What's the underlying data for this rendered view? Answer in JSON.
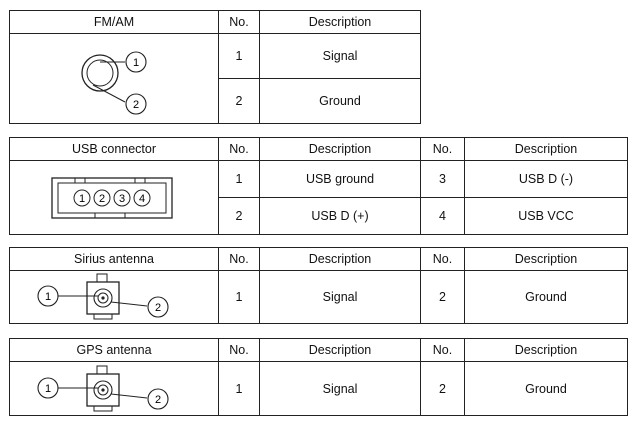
{
  "fm_am": {
    "header": "FM/AM",
    "no_header": "No.",
    "desc_header": "Description",
    "callouts": [
      "1",
      "2"
    ],
    "rows": [
      {
        "no": "1",
        "desc": "Signal"
      },
      {
        "no": "2",
        "desc": "Ground"
      }
    ]
  },
  "usb": {
    "header": "USB connector",
    "no_header": "No.",
    "desc_header": "Description",
    "no_header2": "No.",
    "desc_header2": "Description",
    "pins": [
      "1",
      "2",
      "3",
      "4"
    ],
    "rows": [
      {
        "no": "1",
        "desc": "USB ground",
        "no2": "3",
        "desc2": "USB D (-)"
      },
      {
        "no": "2",
        "desc": "USB D (+)",
        "no2": "4",
        "desc2": "USB VCC"
      }
    ]
  },
  "sirius": {
    "header": "Sirius antenna",
    "no_header": "No.",
    "desc_header": "Description",
    "no_header2": "No.",
    "desc_header2": "Description",
    "callouts": [
      "1",
      "2"
    ],
    "row": {
      "no": "1",
      "desc": "Signal",
      "no2": "2",
      "desc2": "Ground"
    }
  },
  "gps": {
    "header": "GPS antenna",
    "no_header": "No.",
    "desc_header": "Description",
    "no_header2": "No.",
    "desc_header2": "Description",
    "callouts": [
      "1",
      "2"
    ],
    "row": {
      "no": "1",
      "desc": "Signal",
      "no2": "2",
      "desc2": "Ground"
    }
  }
}
